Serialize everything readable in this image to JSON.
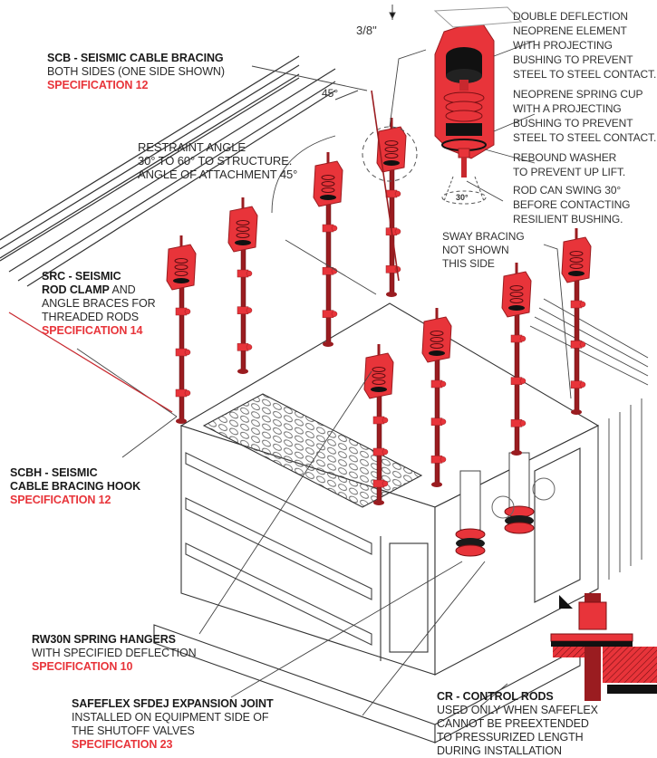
{
  "colors": {
    "accent_red": "#e8343a",
    "dark_red": "#9a1c20",
    "line": "#444444",
    "text": "#2a2a2a"
  },
  "callouts": {
    "scb": {
      "title": "SCB - SEISMIC CABLE BRACING",
      "line1": "BOTH SIDES (ONE SIDE SHOWN)",
      "spec": "SPECIFICATION 12"
    },
    "restraint": {
      "line1": "RESTRAINT ANGLE",
      "line2": "30° TO 60° TO STRUCTURE.",
      "line3": "ANGLE OF ATTACHMENT 45°"
    },
    "src": {
      "title1": "SRC - SEISMIC",
      "title2": "ROD CLAMP",
      "title2_suffix": " AND",
      "line1": "ANGLE BRACES FOR",
      "line2": "THREADED RODS",
      "spec": "SPECIFICATION 14"
    },
    "scbh": {
      "title1": "SCBH - SEISMIC",
      "title2": "CABLE BRACING HOOK",
      "spec": "SPECIFICATION 12"
    },
    "rw30n": {
      "title": "RW30N SPRING HANGERS",
      "line1": "WITH SPECIFIED DEFLECTION",
      "spec": "SPECIFICATION 10"
    },
    "safeflex": {
      "title": "SAFEFLEX SFDEJ EXPANSION JOINT",
      "line1": "INSTALLED ON EQUIPMENT SIDE OF",
      "line2": "THE SHUTOFF VALVES",
      "spec": "SPECIFICATION 23"
    },
    "cr": {
      "title": "CR - CONTROL RODS",
      "line1": "USED ONLY WHEN SAFEFLEX",
      "line2": "CANNOT BE PREEXTENDED",
      "line3": "TO PRESSURIZED LENGTH",
      "line4": "DURING INSTALLATION"
    },
    "double_deflection": {
      "line1": "DOUBLE DEFLECTION",
      "line2": "NEOPRENE ELEMENT",
      "line3": "WITH PROJECTING",
      "line4": "BUSHING TO PREVENT",
      "line5": "STEEL TO STEEL CONTACT."
    },
    "spring_cup": {
      "line1": "NEOPRENE SPRING CUP",
      "line2": "WITH A PROJECTING",
      "line3": "BUSHING TO PREVENT",
      "line4": "STEEL TO STEEL CONTACT."
    },
    "rebound": {
      "line1": "REBOUND WASHER",
      "line2": "TO PREVENT UP LIFT."
    },
    "rod_swing": {
      "line1": "ROD CAN SWING 30°",
      "line2": "BEFORE CONTACTING",
      "line3": "RESILIENT BUSHING."
    },
    "sway": {
      "line1": "SWAY BRACING",
      "line2": "NOT SHOWN",
      "line3": "THIS SIDE"
    }
  },
  "dimensions": {
    "gap": "3/8\"",
    "cable_angle": "45°",
    "swing_angle": "30°"
  }
}
